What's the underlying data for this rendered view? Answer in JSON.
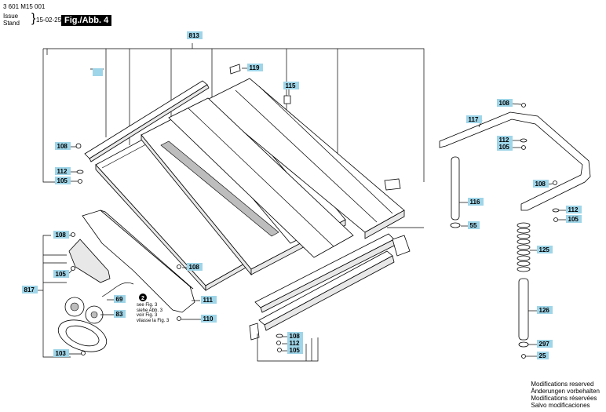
{
  "header": {
    "doc_number": "3 601 M15 001",
    "issue_label": "Issue",
    "stand_label": "Stand",
    "date": "15-02-25",
    "figure": "Fig./Abb. 4"
  },
  "callouts": [
    {
      "id": "813",
      "label": "813"
    },
    {
      "id": "119",
      "label": "119"
    },
    {
      "id": "115",
      "label": "115"
    },
    {
      "id": "108a",
      "label": "108"
    },
    {
      "id": "112a",
      "label": "112"
    },
    {
      "id": "105a",
      "label": "105"
    },
    {
      "id": "108b",
      "label": "108"
    },
    {
      "id": "105b",
      "label": "105"
    },
    {
      "id": "817",
      "label": "817"
    },
    {
      "id": "108c",
      "label": "108"
    },
    {
      "id": "69",
      "label": "69"
    },
    {
      "id": "83",
      "label": "83"
    },
    {
      "id": "111",
      "label": "111"
    },
    {
      "id": "110",
      "label": "110"
    },
    {
      "id": "103",
      "label": "103"
    },
    {
      "id": "108d",
      "label": "108"
    },
    {
      "id": "112b",
      "label": "112"
    },
    {
      "id": "105c",
      "label": "105"
    },
    {
      "id": "117",
      "label": "117"
    },
    {
      "id": "108e",
      "label": "108"
    },
    {
      "id": "112c",
      "label": "112"
    },
    {
      "id": "105d",
      "label": "105"
    },
    {
      "id": "116",
      "label": "116"
    },
    {
      "id": "55",
      "label": "55"
    },
    {
      "id": "108f",
      "label": "108"
    },
    {
      "id": "112d",
      "label": "112"
    },
    {
      "id": "105e",
      "label": "105"
    },
    {
      "id": "125",
      "label": "125"
    },
    {
      "id": "126",
      "label": "126"
    },
    {
      "id": "297",
      "label": "297"
    },
    {
      "id": "25",
      "label": "25"
    }
  ],
  "see_figure": {
    "marker": "2",
    "lines": [
      "see Fig. 3",
      "siehe Abb. 3",
      "voir Fig. 3",
      "vilasse la Fig. 3"
    ]
  },
  "notes": [
    "Modifications reserved",
    "Änderungen vorbehalten",
    "Modifications réservées",
    "Salvo modificaciones"
  ],
  "colors": {
    "callout_fill": "#9fd5e8",
    "fig_box": "#000000"
  }
}
